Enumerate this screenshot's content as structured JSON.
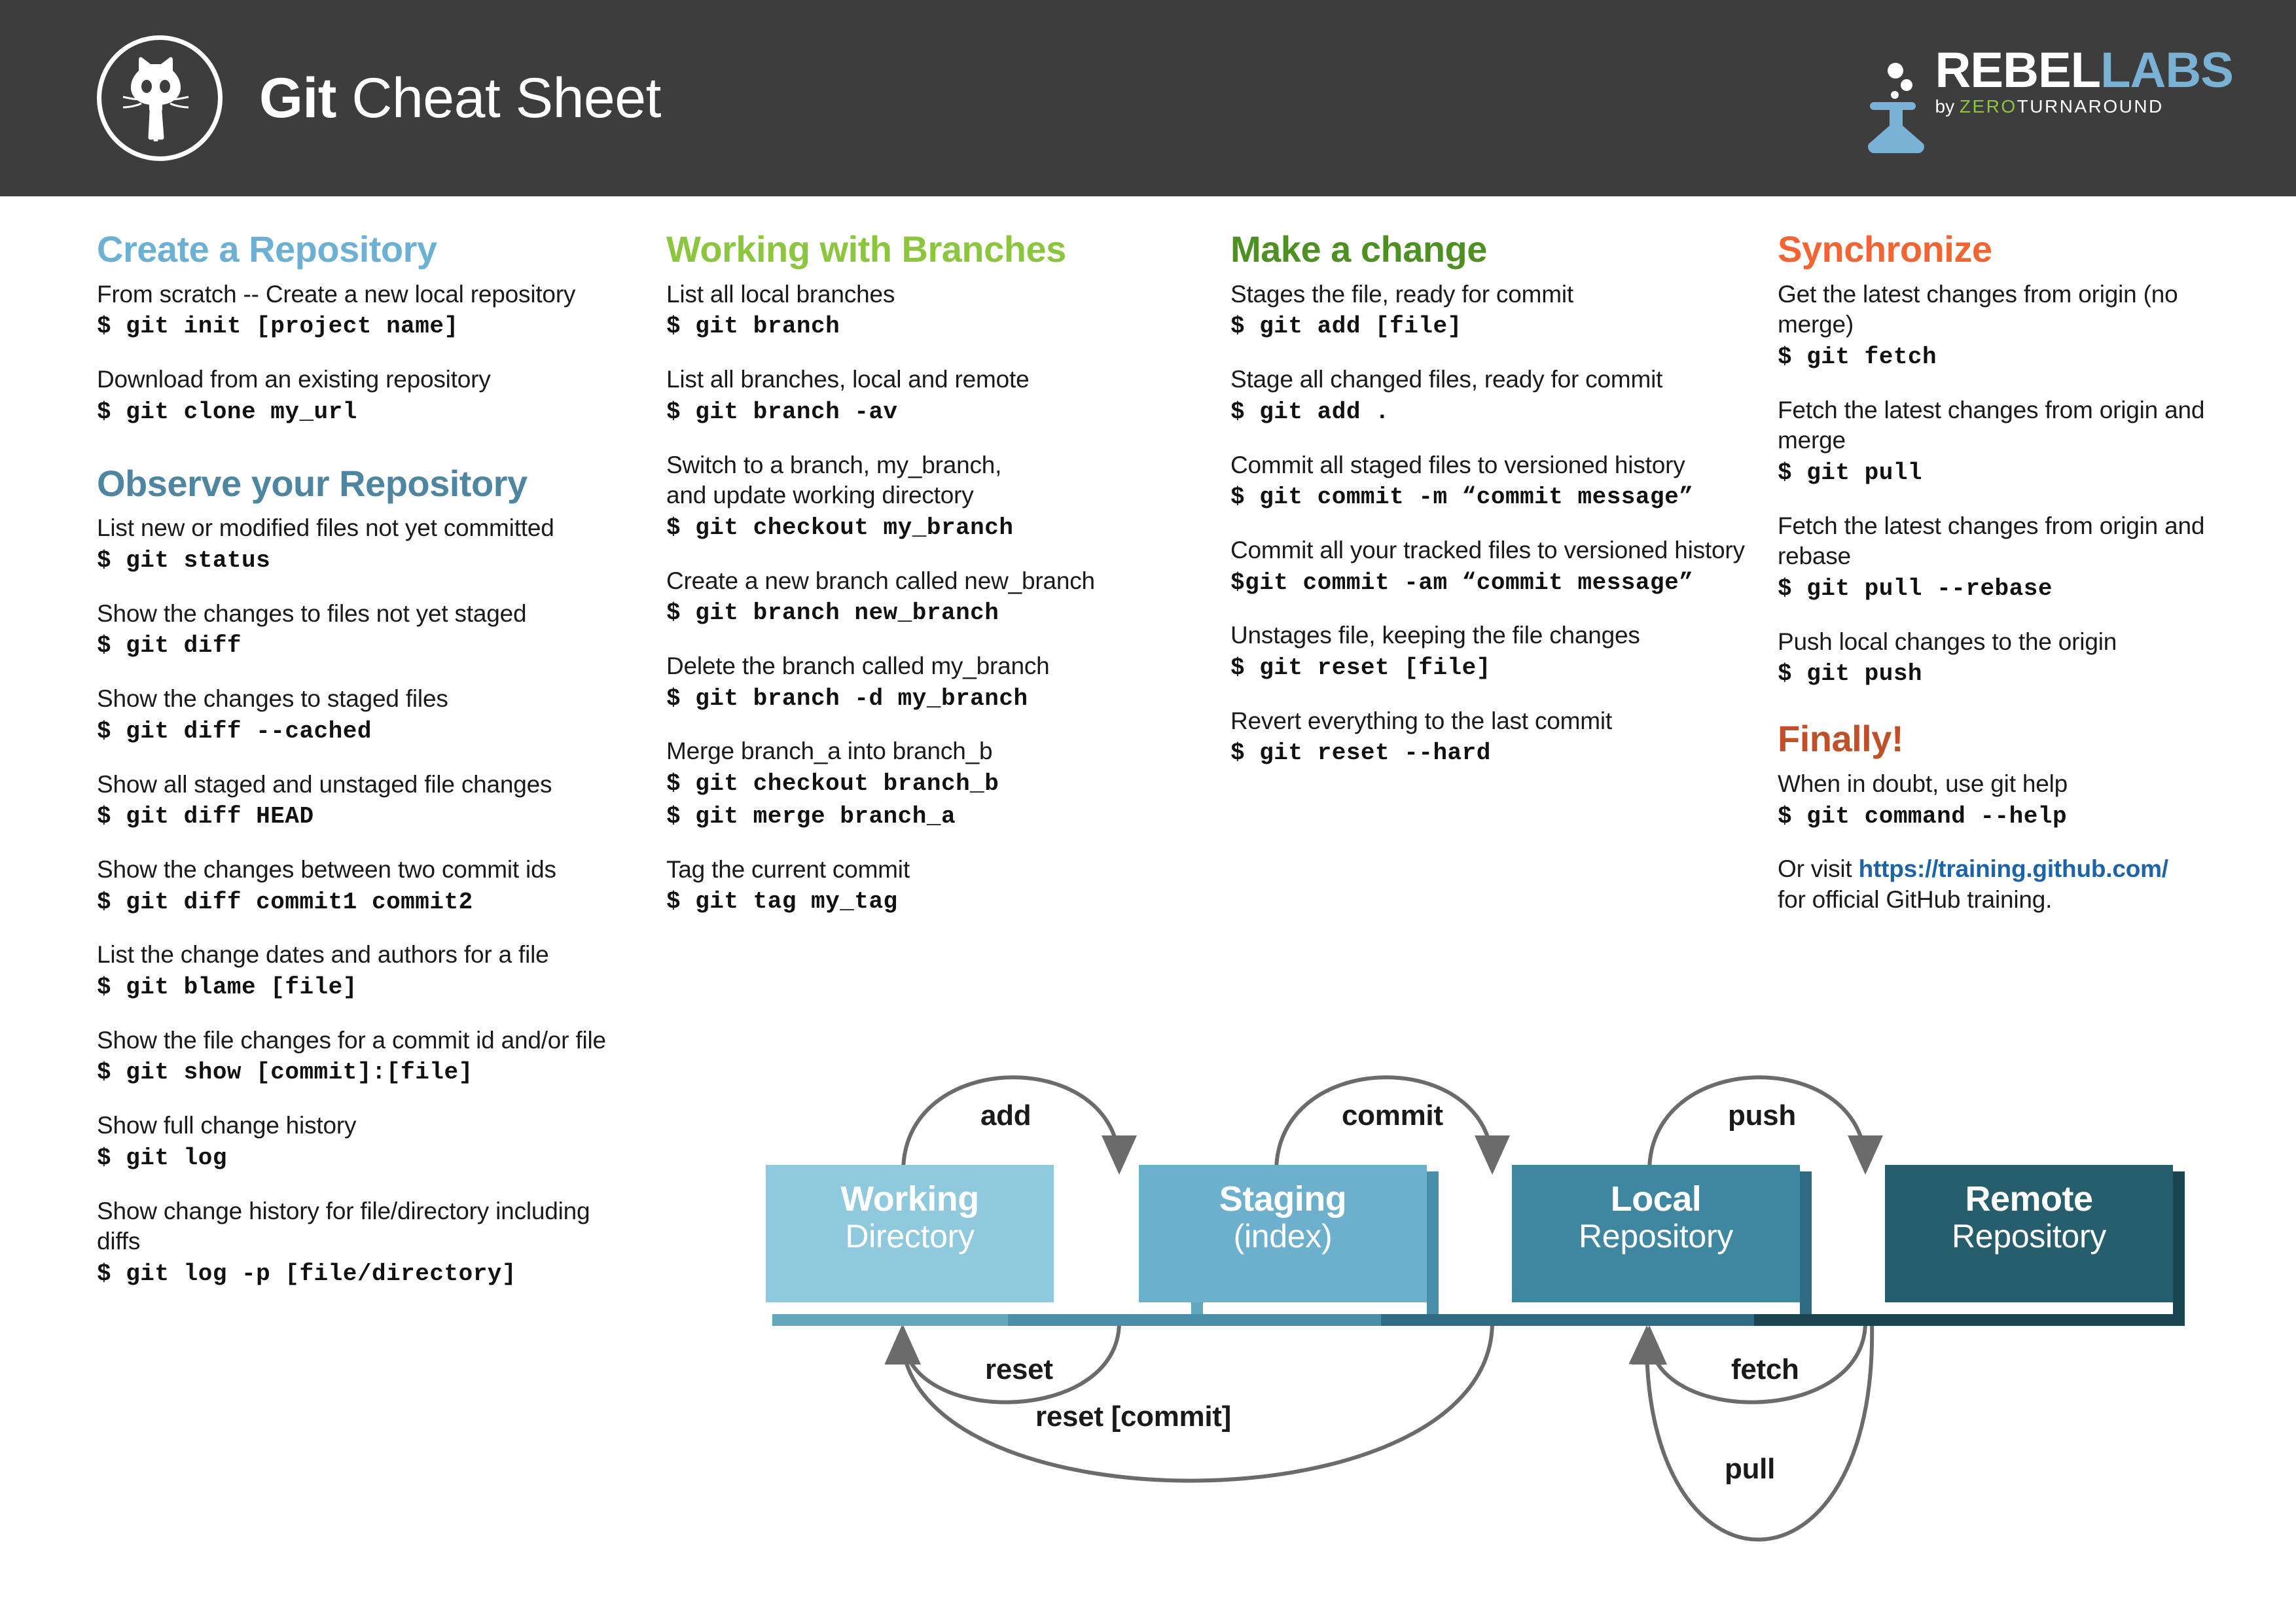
{
  "header": {
    "title_strong": "Git",
    "title_rest": " Cheat Sheet",
    "logo_icon": "github-octocat-icon",
    "brand": {
      "flask_icon": "rebellabs-flask-icon",
      "name_primary": "REBEL",
      "name_secondary": "LABS",
      "tagline_by": "by ",
      "tagline_zero": "ZERO",
      "tagline_turnaround": "TURNAROUND"
    }
  },
  "colors": {
    "header_bg": "#3d3d3d",
    "blue": "#6cb0d4",
    "teal": "#4e85a0",
    "lime": "#8cc63f",
    "green": "#4e9023",
    "orange": "#f26532",
    "rust": "#c0502a",
    "link": "#1c63a8",
    "box_working": "#8fc9dd",
    "box_staging": "#6cb0ce",
    "box_local": "#3f86a0",
    "box_remote": "#275e6e",
    "arrow": "#6b6b6b"
  },
  "columns": [
    {
      "sections": [
        {
          "title": "Create a Repository",
          "color_class": "c-blue",
          "blocks": [
            {
              "desc": "From scratch -- Create a new local repository",
              "cmd": "$ git init [project name]"
            },
            {
              "desc": "Download from an existing repository",
              "cmd": "$ git clone my_url"
            }
          ]
        },
        {
          "title": "Observe your Repository",
          "color_class": "c-teal",
          "blocks": [
            {
              "desc": "List new or modified files not yet committed",
              "cmd": "$ git status"
            },
            {
              "desc": "Show the changes to files not yet staged",
              "cmd": "$ git diff"
            },
            {
              "desc": "Show the changes to staged files",
              "cmd": "$ git diff --cached"
            },
            {
              "desc": "Show all staged and unstaged file changes",
              "cmd": "$ git diff HEAD"
            },
            {
              "desc": "Show the changes between two commit ids",
              "cmd": "$ git diff commit1 commit2"
            },
            {
              "desc": "List the change dates and authors for a file",
              "cmd": "$ git blame [file]"
            },
            {
              "desc": "Show the file changes for a commit id and/or file",
              "cmd": "$ git show [commit]:[file]"
            },
            {
              "desc": "Show full change history",
              "cmd": "$ git log"
            },
            {
              "desc": "Show change history for file/directory including diffs",
              "cmd": "$ git log -p [file/directory]"
            }
          ]
        }
      ]
    },
    {
      "sections": [
        {
          "title": "Working with Branches",
          "color_class": "c-lime",
          "blocks": [
            {
              "desc": "List all local branches",
              "cmd": "$ git branch"
            },
            {
              "desc": "List all branches, local and remote",
              "cmd": "$ git branch -av"
            },
            {
              "desc": "Switch to a branch, my_branch,\nand update working directory",
              "cmd": "$ git checkout my_branch"
            },
            {
              "desc": "Create a new branch called new_branch",
              "cmd": "$ git branch new_branch"
            },
            {
              "desc": "Delete the branch called my_branch",
              "cmd": "$ git branch -d my_branch"
            },
            {
              "desc": "Merge branch_a into branch_b",
              "cmd": "$ git checkout branch_b",
              "cmd2": "$ git merge branch_a"
            },
            {
              "desc": "Tag the current commit",
              "cmd": "$ git tag my_tag"
            }
          ]
        }
      ]
    },
    {
      "sections": [
        {
          "title": "Make a change",
          "color_class": "c-green",
          "blocks": [
            {
              "desc": "Stages the file, ready for commit",
              "cmd": "$ git add [file]"
            },
            {
              "desc": "Stage all changed files, ready for commit",
              "cmd": "$ git add ."
            },
            {
              "desc": "Commit all staged files to versioned history",
              "cmd": "$ git commit -m “commit message”"
            },
            {
              "desc": "Commit all your tracked files to versioned history",
              "cmd": "$git commit -am “commit message”"
            },
            {
              "desc": "Unstages file, keeping the file changes",
              "cmd": "$ git reset [file]"
            },
            {
              "desc": "Revert everything to the last commit",
              "cmd": "$ git reset --hard"
            }
          ]
        }
      ]
    },
    {
      "sections": [
        {
          "title": "Synchronize",
          "color_class": "c-orange",
          "blocks": [
            {
              "desc": "Get the latest changes from origin (no merge)",
              "cmd": "$ git fetch"
            },
            {
              "desc": "Fetch the latest changes from origin and merge",
              "cmd": "$ git pull"
            },
            {
              "desc": "Fetch the latest changes from origin and rebase",
              "cmd": "$ git pull --rebase"
            },
            {
              "desc": "Push local changes to the origin",
              "cmd": "$ git push"
            }
          ]
        },
        {
          "title": "Finally!",
          "color_class": "c-rust",
          "blocks": [
            {
              "desc": "When in doubt, use git help",
              "cmd": "$ git command --help"
            }
          ],
          "outro": {
            "prefix": "Or visit ",
            "link": "https://training.github.com/",
            "suffix": "for official GitHub training."
          }
        }
      ]
    }
  ],
  "diagram": {
    "boxes": [
      {
        "title": "Working",
        "sub": "Directory",
        "color": "#8fc9dd",
        "shadow": "#63a7bd"
      },
      {
        "title": "Staging",
        "sub": "(index)",
        "color": "#6cb0ce",
        "shadow": "#4a8da8"
      },
      {
        "title": "Local",
        "sub": "Repository",
        "color": "#3f86a0",
        "shadow": "#2f6c84"
      },
      {
        "title": "Remote",
        "sub": "Repository",
        "color": "#275e6e",
        "shadow": "#1a4450"
      }
    ],
    "labels": {
      "add": "add",
      "commit": "commit",
      "push": "push",
      "reset": "reset",
      "fetch": "fetch",
      "reset_commit": "reset [commit]",
      "pull": "pull"
    }
  }
}
